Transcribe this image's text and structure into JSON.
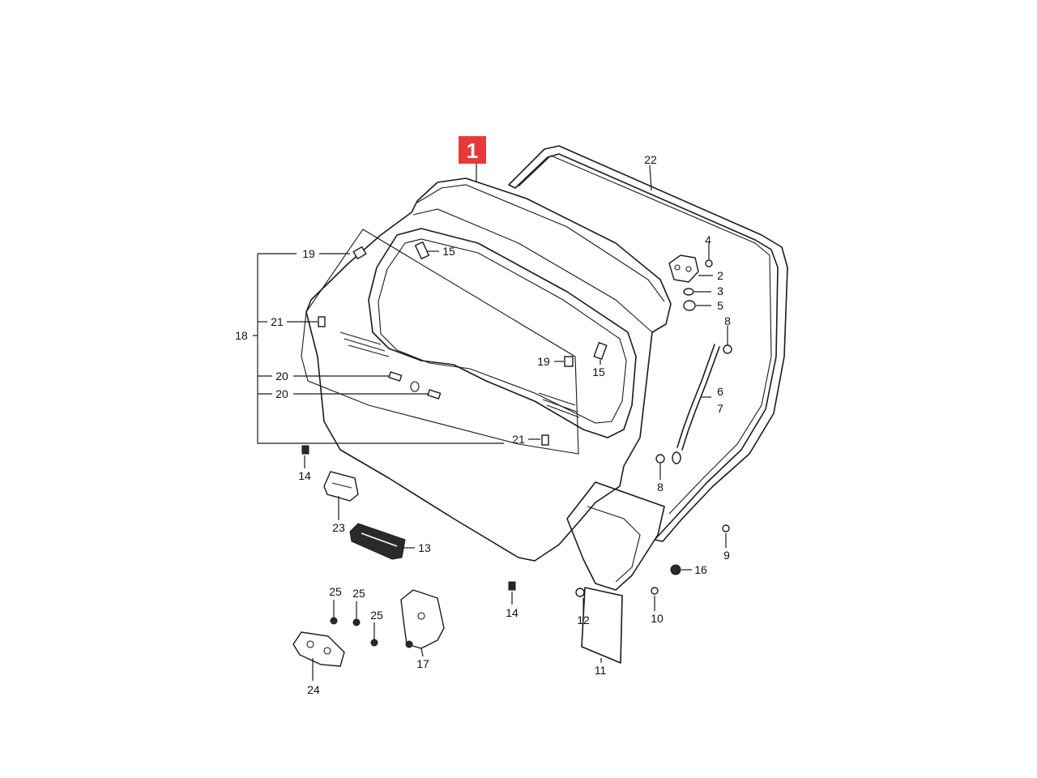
{
  "highlight_label": "1",
  "labels": {
    "l22": "22",
    "l4": "4",
    "l2": "2",
    "l3": "3",
    "l5": "5",
    "l8a": "8",
    "l6": "6",
    "l7": "7",
    "l8b": "8",
    "l9": "9",
    "l16": "16",
    "l10": "10",
    "l11": "11",
    "l12": "12",
    "l14a": "14",
    "l14b": "14",
    "l13": "13",
    "l23": "23",
    "l17": "17",
    "l24": "24",
    "l25a": "25",
    "l25b": "25",
    "l25c": "25",
    "l15a": "15",
    "l15b": "15",
    "l19a": "19",
    "l19b": "19",
    "l21a": "21",
    "l21b": "21",
    "l20a": "20",
    "l20b": "20",
    "l18": "18"
  }
}
